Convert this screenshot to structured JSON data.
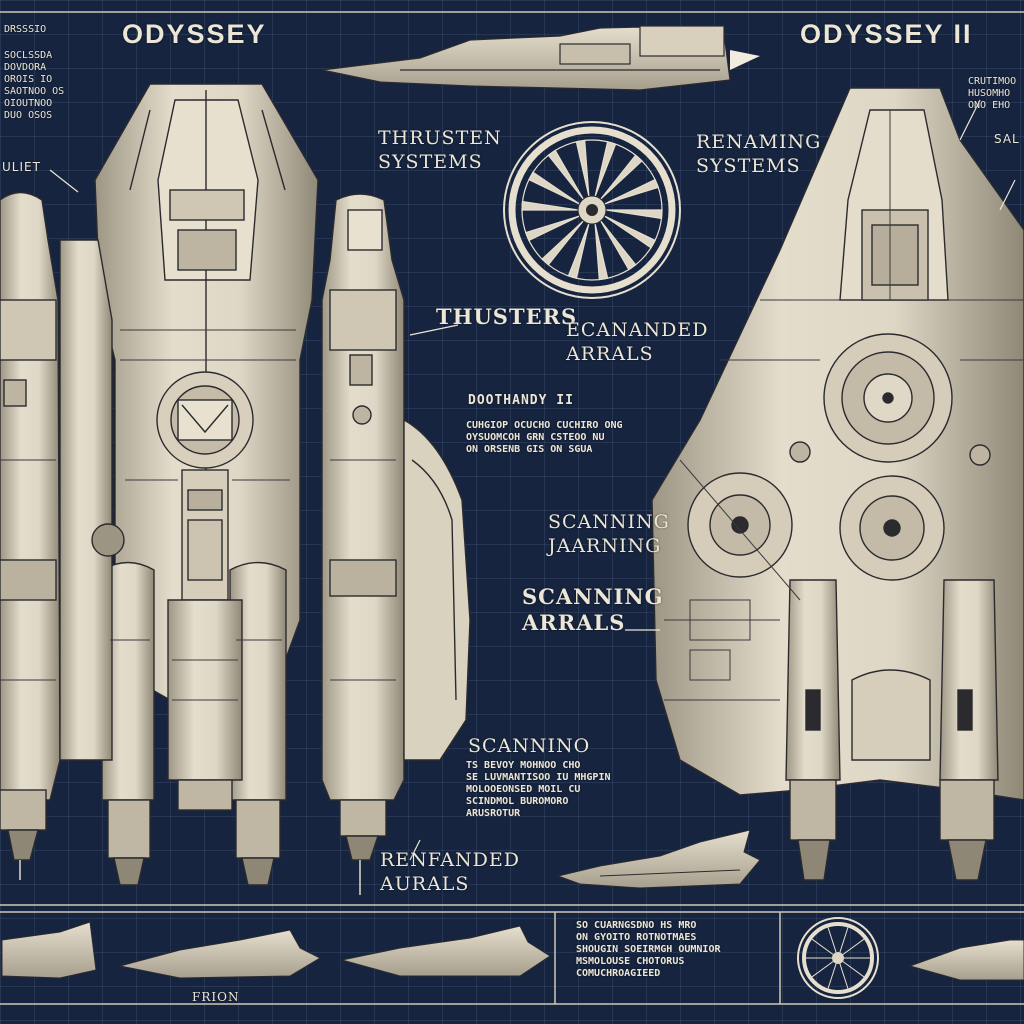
{
  "titles": {
    "left": "ODYSSEY",
    "right": "ODYSSEY II"
  },
  "labels": {
    "thrusten_systems": [
      "THRUSTEN",
      "SYSTEMS"
    ],
    "renaming_systems": [
      "RENAMING",
      "SYSTEMS"
    ],
    "thrusters": "THUSTERS",
    "expanded_arrays": [
      "ECANANDED",
      "ARRALS"
    ],
    "spec_heading": "DOOTHANDY II",
    "scanning_a": [
      "SCANNING",
      "JAARNING"
    ],
    "scanning_b": [
      "SCANNING",
      "ARRALS"
    ],
    "scanning_c": "SCANNINO",
    "renfanded": [
      "RENFANDED",
      "AURALS"
    ],
    "front": "FRION",
    "corner_top_left": "DRSSSIO",
    "label_left_edge": "ULIET",
    "label_right_edge": "SAL"
  },
  "spec_lines": {
    "block1": [
      "CUHGIOP OCUCHO CUCHIRO ONG",
      "OYSUOMCOH GRN CSTEOO NU",
      "ON ORSENB GIS ON SGUA"
    ],
    "block2": [
      "TS BEVOY MOHNOO CHO",
      "SE LUVMANTISOO IU MHGPIN",
      "MOLOOEONSED MOIL CU",
      "SCINDMOL BUROMORO",
      "ARUSROTUR"
    ],
    "block3": [
      "SO CUARNGSDNO HS MRO",
      "ON GYOITO ROTNOTMAES",
      "SHOUGIN SOEIRMGH OUMNIOR",
      "MSMOLOUSE CHOTORUS",
      "COMUCHROAGIEED"
    ],
    "side_left": [
      "SOCLSSDA",
      "DOVDORA",
      "OROIS IO",
      "SAOTNOO OS",
      "OIOUTNOO",
      "DUO OSOS"
    ],
    "side_right": [
      "CRUTIMOO",
      "HUSOMHO",
      "ONO EHO"
    ]
  },
  "colors": {
    "paper": "#16243f",
    "ink": "#ece6d6",
    "metal": "#ddd6c4",
    "metal_shadow": "#a59d8b",
    "line": "#2a2a2e"
  }
}
